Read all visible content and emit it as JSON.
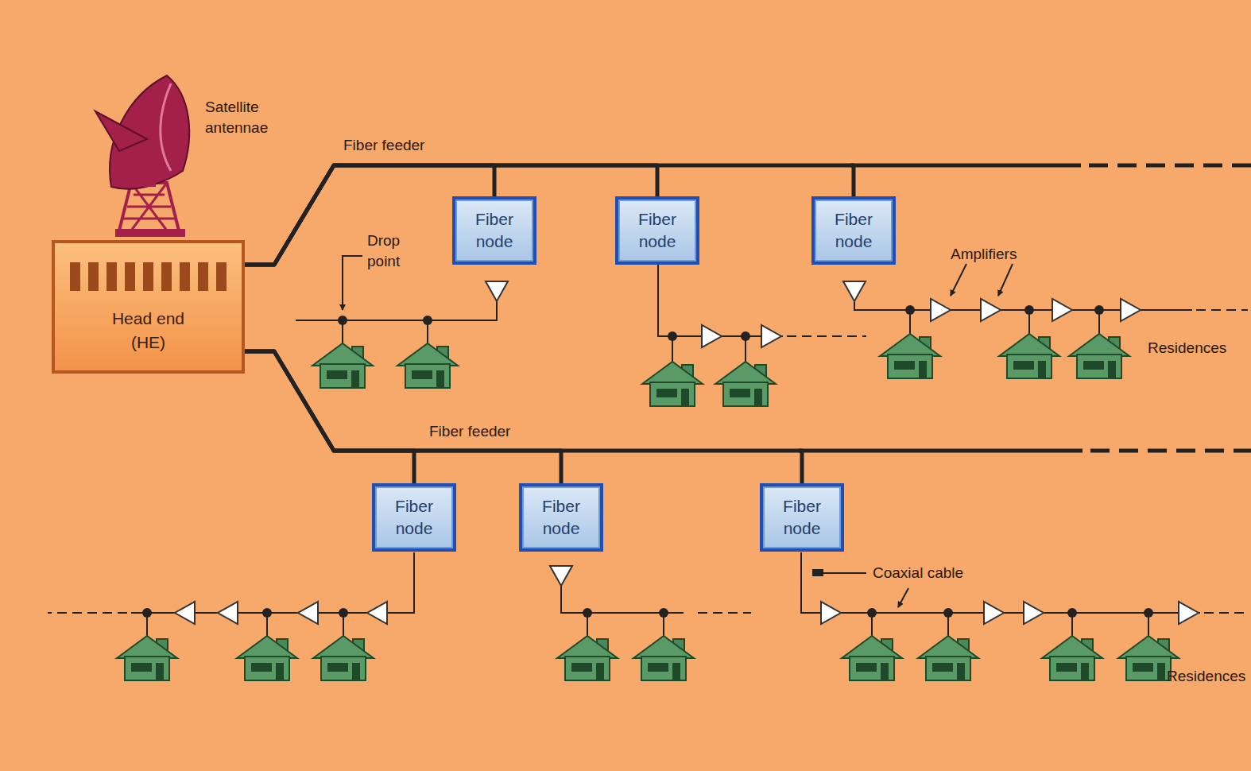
{
  "diagram": {
    "nodes": [
      {
        "text": [
          "Head end (HE)"
        ]
      },
      {
        "text": [
          "Fiber node"
        ]
      },
      {
        "text": [
          "Fiber node"
        ]
      },
      {
        "text": [
          "Fiber node"
        ]
      },
      {
        "text": [
          "Fiber node"
        ]
      },
      {
        "text": [
          "Fiber node"
        ]
      },
      {
        "text": [
          "Fiber node"
        ]
      }
    ],
    "edges": [
      {
        "from": 0,
        "to": 1,
        "arrow": "none"
      },
      {
        "from": 0,
        "to": 2,
        "arrow": "none"
      },
      {
        "from": 0,
        "to": 3,
        "arrow": "none"
      },
      {
        "from": 0,
        "to": 4,
        "arrow": "none"
      },
      {
        "from": 0,
        "to": 5,
        "arrow": "none"
      },
      {
        "from": 0,
        "to": 6,
        "arrow": "none"
      }
    ],
    "labels": [
      "Satellite antennae",
      "Fiber feeder",
      "Fiber feeder",
      "Drop point",
      "Amplifiers",
      "Residences",
      "Coaxial cable",
      "Residences"
    ]
  }
}
